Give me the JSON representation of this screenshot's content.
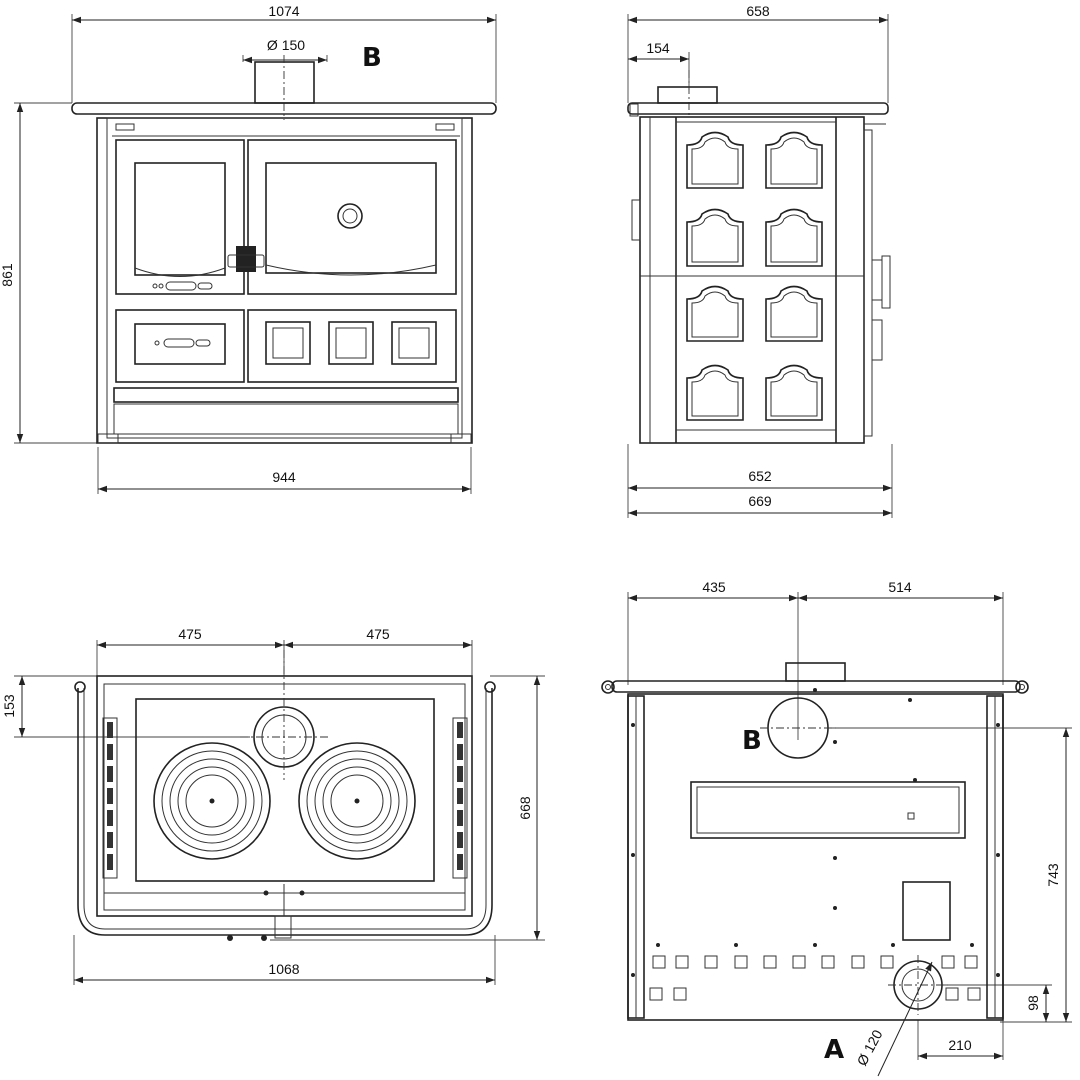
{
  "front_view": {
    "overall_width": "1074",
    "flue_diameter": "Ø 150",
    "flue_label": "B",
    "height": "861",
    "base_width": "944"
  },
  "side_view": {
    "overall_depth": "658",
    "flue_offset": "154",
    "body_depth": "652",
    "total_depth": "669"
  },
  "top_view": {
    "left_half": "475",
    "right_half": "475",
    "flue_offset": "153",
    "depth": "668",
    "overall_width": "1068"
  },
  "rear_view": {
    "left_span": "435",
    "right_span": "514",
    "flue_label": "B",
    "flue_height": "743",
    "air_inlet_label": "A",
    "air_inlet_diameter": "Ø 120",
    "air_inlet_height": "98",
    "air_inlet_offset": "210"
  }
}
